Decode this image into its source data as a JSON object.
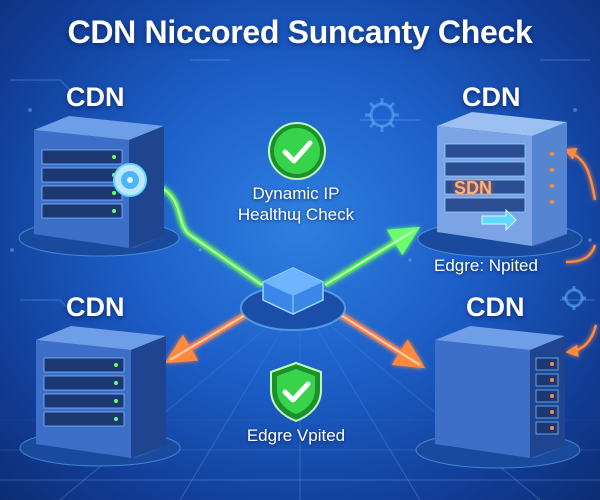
{
  "title": "CDN Niccored Suncanty Check",
  "nodes": {
    "top_left_label": "CDN",
    "top_right_label": "CDN",
    "bottom_left_label": "CDN",
    "bottom_right_label": "CDN",
    "top_right_screen": "SDN"
  },
  "captions": {
    "health_line1": "Dynamic IP",
    "health_line2": "Healthɰ Check",
    "edge_right": "Edgre: Npited",
    "edge_bottom": "Edgre Vpited"
  },
  "colors": {
    "accent_green": "#37d34a",
    "accent_orange": "#ff7a3c",
    "accent_cyan": "#5fd8ff"
  },
  "icons": [
    "check-circle-icon",
    "shield-check-icon",
    "gear-icon",
    "hub-icon",
    "disc-icon"
  ]
}
